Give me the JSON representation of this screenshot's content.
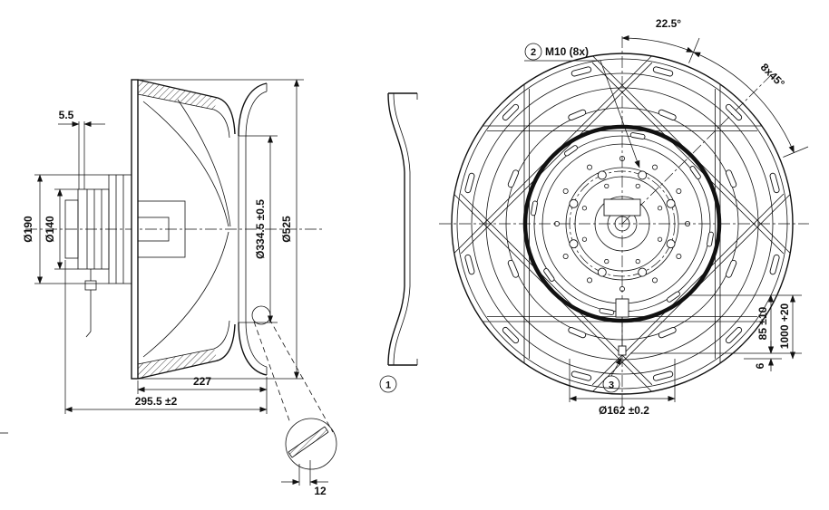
{
  "side_view": {
    "dim_flange_offset": "5.5",
    "dim_motor_flange_dia": "Ø190",
    "dim_motor_body_dia": "Ø140",
    "dim_inlet_dia": "Ø334.5 ±0.5",
    "dim_impeller_dia": "Ø525",
    "dim_impeller_depth": "227",
    "dim_total_depth": "295.5 ±2",
    "detail_dim_thickness": "12"
  },
  "inlet_ring_view": {
    "callout_number": "1"
  },
  "front_view": {
    "dim_bolt_offset_angle": "22.5°",
    "callout_bolt_number": "2",
    "bolt_spec": "M10 (8x)",
    "dim_bolt_pattern_angle": "8x45°",
    "dim_cable_strip": "85 ±10",
    "dim_cable_length": "1000 +20",
    "dim_cable_offset": "6",
    "callout_cable_number": "3",
    "dim_bolt_circle_dia": "Ø162 ±0.2"
  },
  "colors": {
    "line": "#111111",
    "background": "#ffffff"
  }
}
